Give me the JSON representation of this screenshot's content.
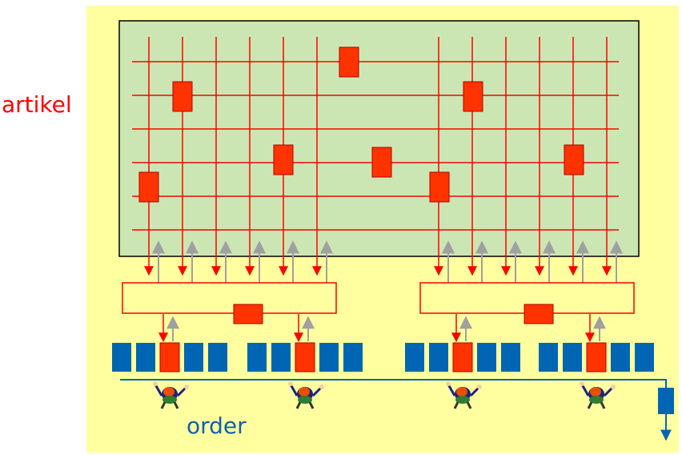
{
  "labels": {
    "artikel": "artikel",
    "order": "order"
  },
  "colors": {
    "background": "#ffffa0",
    "storage_area": "#cce6b3",
    "grid_line": "#ff0000",
    "article_box": "#ff3300",
    "return_arrow": "#a0a0a0",
    "order_bin": "#0066b3",
    "conveyor": "#0066b3",
    "buffer_outline": "#ff0000"
  },
  "icons": {
    "picker": "person-picker-icon"
  },
  "diagram": {
    "storage_rows": 6,
    "storage_column_groups": 2,
    "columns_per_group": 6,
    "buffers": 2,
    "pick_stations": 4,
    "bins_per_station": 5,
    "active_bin_index": 2
  }
}
